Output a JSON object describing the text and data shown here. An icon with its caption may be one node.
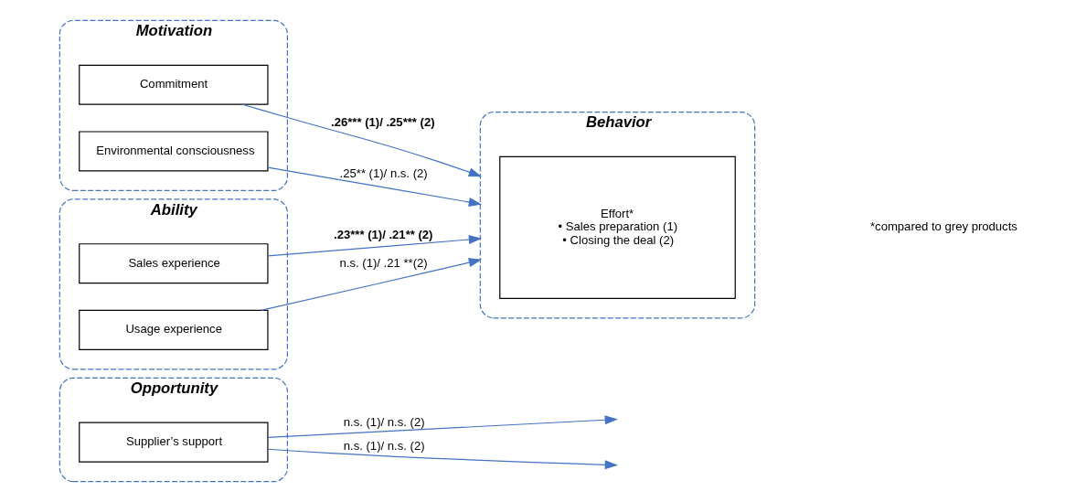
{
  "diagram": {
    "nodes": [
      {
        "text": [
          "Opportunity"
        ]
      },
      {
        "text": [
          "Supplier’s support"
        ],
        "in": 0
      },
      {
        "text": [
          "Motivation"
        ]
      },
      {
        "text": [
          "Commitment"
        ],
        "in": 2
      },
      {
        "text": [
          "Environmental consciousness"
        ],
        "in": 2
      },
      {
        "text": [
          "Ability"
        ]
      },
      {
        "text": [
          "Sales experience"
        ],
        "in": 5
      },
      {
        "text": [
          "Usage experience"
        ],
        "in": 5
      },
      {
        "text": [
          "Behavior"
        ]
      },
      {
        "text": [
          "Effort*",
          "• Sales preparation (1)",
          "• Closing the deal (2)"
        ],
        "in": 8
      }
    ],
    "edges": [
      {
        "from": 3,
        "to": 9,
        "arrow": "to",
        "label": ".26*** (1)/ .25*** (2)"
      },
      {
        "from": 4,
        "to": 9,
        "arrow": "to",
        "label": ".25** (1)/ n.s. (2)"
      },
      {
        "from": 6,
        "to": 9,
        "arrow": "to",
        "label": ".23*** (1)/ .21** (2)"
      },
      {
        "from": 7,
        "to": 9,
        "arrow": "to",
        "label": "n.s. (1)/ .21 **(2)"
      },
      {
        "from": 1,
        "to": null,
        "arrow": "to",
        "label": "n.s. (1)/ n.s. (2)"
      },
      {
        "from": 1,
        "to": null,
        "arrow": "to",
        "label": "n.s. (1)/ n.s. (2)"
      }
    ],
    "labels": [
      "*compared to grey products"
    ]
  }
}
